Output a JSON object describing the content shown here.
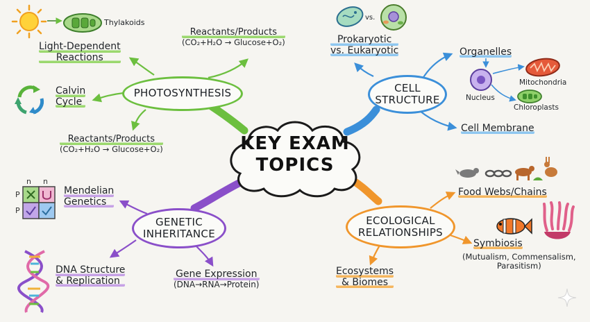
{
  "center": {
    "title_line1": "KEY EXAM",
    "title_line2": "TOPICS"
  },
  "photosynthesis": {
    "hub_label": "PHOTOSYNTHESIS",
    "light_dependent": {
      "line1": "Light-Dependent",
      "line2": "Reactions"
    },
    "thylakoids": "Thylakoids",
    "calvin": {
      "line1": "Calvin",
      "line2": "Cycle"
    },
    "reactants_top": {
      "line1": "Reactants/Products",
      "line2": "(CO₂+H₂O → Glucose+O₂)"
    },
    "reactants_bottom": {
      "line1": "Reactants/Products",
      "line2": "(CO₂+H₂O → Glucose+O₂)"
    }
  },
  "cell_structure": {
    "hub_line1": "CELL",
    "hub_line2": "STRUCTURE",
    "prokaryotic": {
      "line1": "Prokaryotic",
      "line2": "vs. Eukaryotic"
    },
    "vs": "vs.",
    "organelles": "Organelles",
    "nucleus": "Nucleus",
    "mitochondria": "Mitochondria",
    "chloroplasts": "Chloroplasts",
    "cell_membrane": "Cell Membrane"
  },
  "genetic_inheritance": {
    "hub_line1": "GENETIC",
    "hub_line2": "INHERITANCE",
    "mendelian": {
      "line1": "Mendelian",
      "line2": "Genetics"
    },
    "punnett": {
      "col1": "n",
      "col2": "n",
      "row1": "P",
      "row2": "P"
    },
    "dna": {
      "line1": "DNA Structure",
      "line2": "& Replication"
    },
    "gene_expression": {
      "line1": "Gene Expression",
      "line2": "(DNA→RNA→Protein)"
    }
  },
  "ecological_relationships": {
    "hub_line1": "ECOLOGICAL",
    "hub_line2": "RELATIONSHIPS",
    "food_webs": "Food Webs/Chains",
    "symbiosis": "Symbiosis",
    "symbiosis_detail": {
      "line1": "(Mutualism, Commensalism,",
      "line2": "Parasitism)"
    },
    "ecosystems": {
      "line1": "Ecosystems",
      "line2": "& Biomes"
    }
  },
  "colors": {
    "green": "#6cbf3f",
    "blue": "#3b8fd9",
    "purple": "#8a4fc9",
    "orange": "#f0962c",
    "center_outline": "#1a1a1a"
  }
}
